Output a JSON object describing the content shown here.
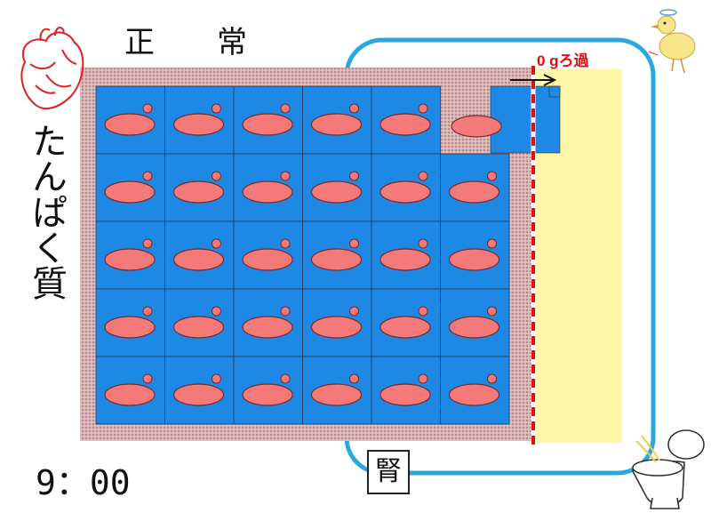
{
  "title": "正　常",
  "vertical_label": "たんぱく質",
  "time": "9：00",
  "kidney_label": "腎",
  "filtration_label": "0 gろ過",
  "colors": {
    "vessel_fill": "#c8a0a0",
    "protein_block": "#1e88e5",
    "protein_ellipse": "#f47a7a",
    "kidney_loop": "#29a8e0",
    "filtrate_area": "#fff6a8",
    "membrane": "#e01010"
  },
  "grid": {
    "rows": 5,
    "cols": 6,
    "escaping_block_row": 0
  },
  "icons": [
    "heart-icon",
    "chick-icon",
    "toilet-icon",
    "arrow-right-icon"
  ]
}
